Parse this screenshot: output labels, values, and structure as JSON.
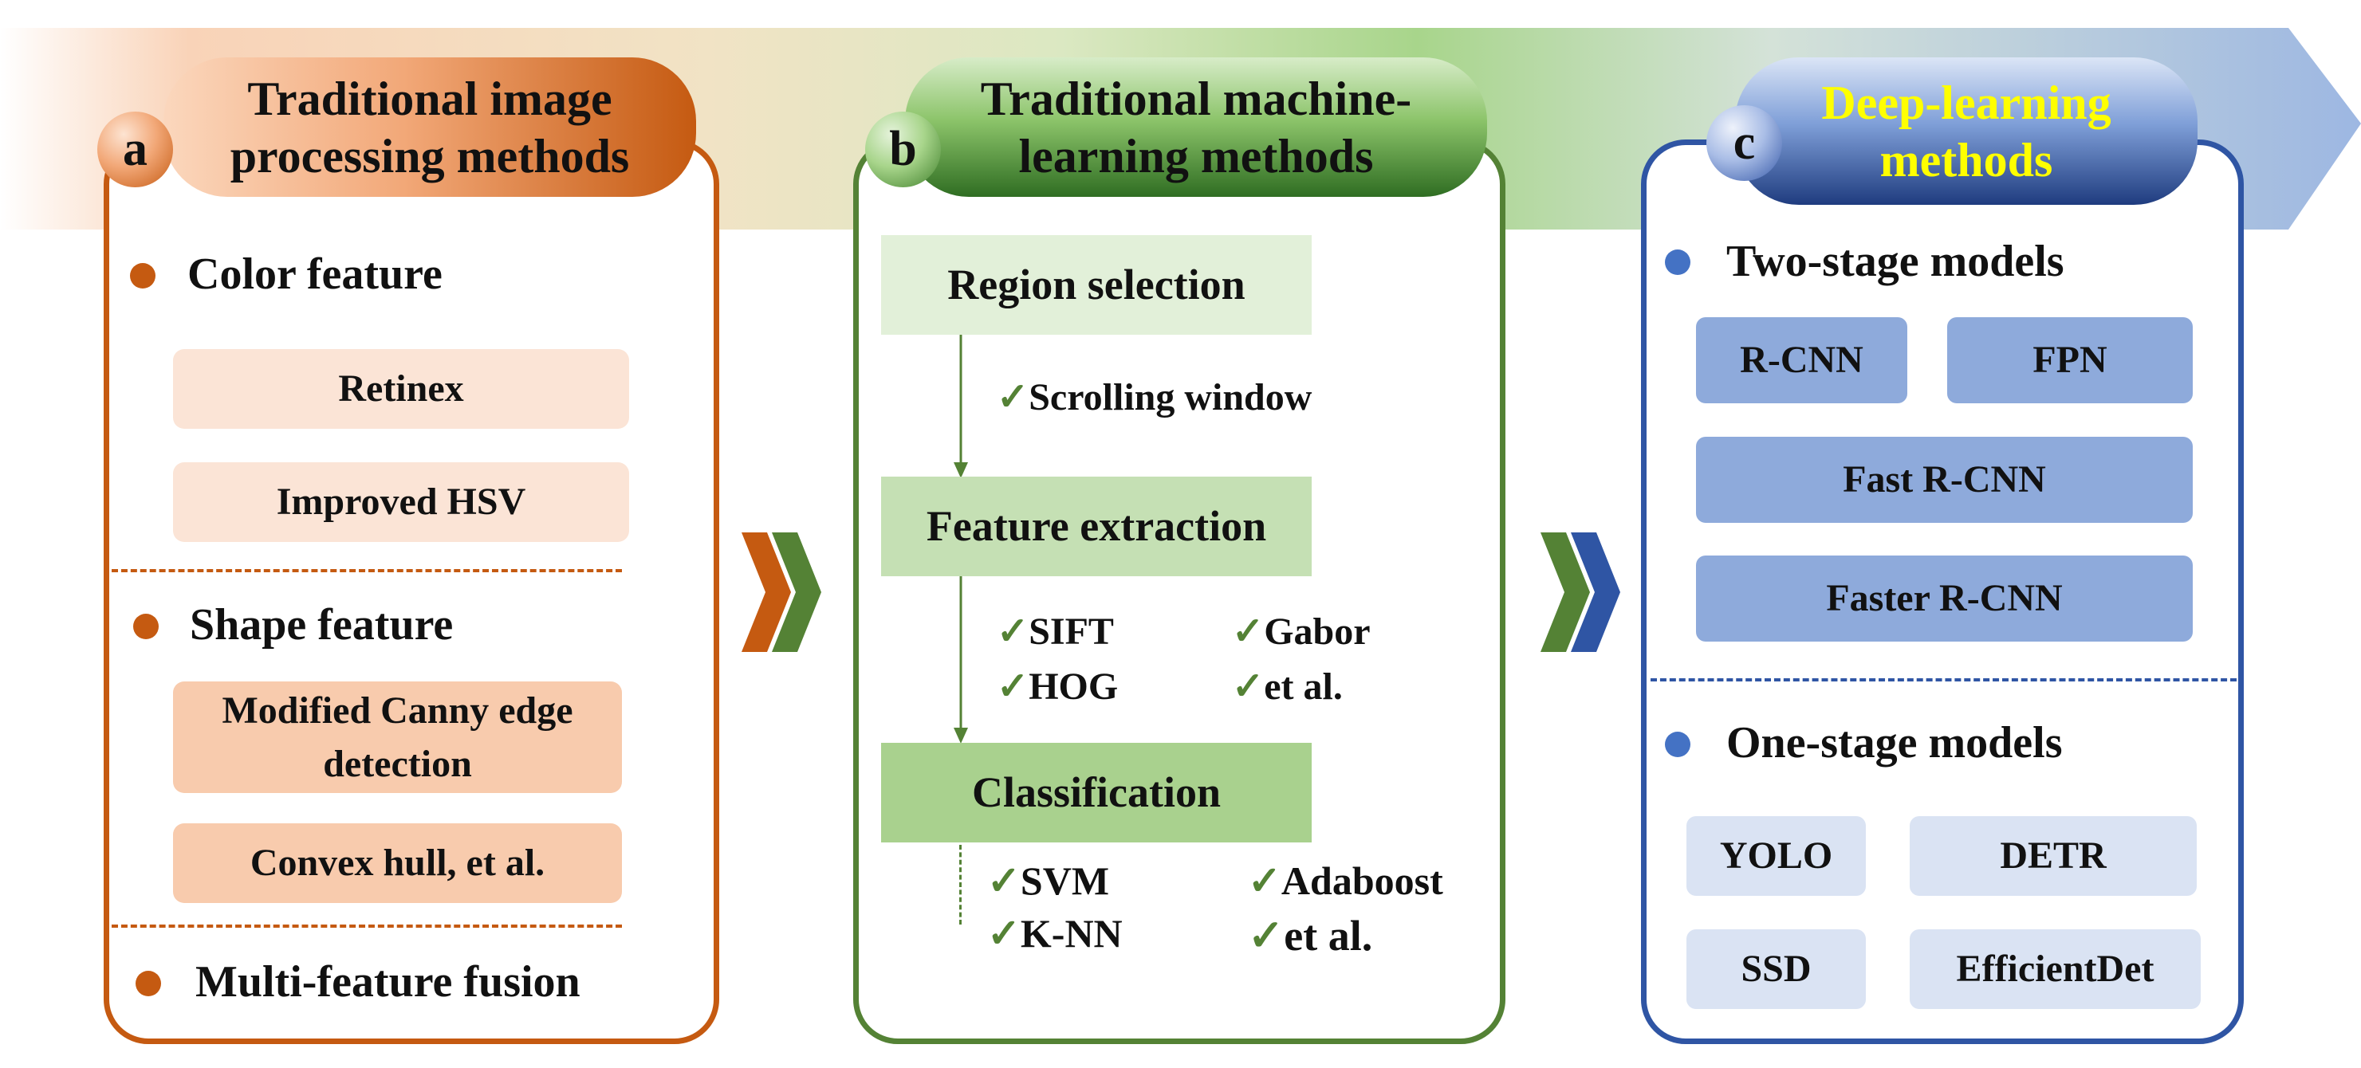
{
  "panel_a": {
    "badge": "a",
    "title": "Traditional image processing methods",
    "color_feature": "Color feature",
    "retinex": "Retinex",
    "improved_hsv": "Improved HSV",
    "shape_feature": "Shape feature",
    "modified_canny": "Modified Canny edge detection",
    "convex_hull": "Convex hull, et al.",
    "multi_feature": "Multi-feature fusion"
  },
  "panel_b": {
    "badge": "b",
    "title": "Traditional machine-learning methods",
    "region_selection": "Region selection",
    "scrolling_window": "Scrolling window",
    "feature_extraction": "Feature extraction",
    "sift": "SIFT",
    "gabor": "Gabor",
    "hog": "HOG",
    "et_al_1": "et al.",
    "classification": "Classification",
    "svm": "SVM",
    "adaboost": "Adaboost",
    "knn": "K-NN",
    "et_al_2": "et al.",
    "check_mark": "✓"
  },
  "panel_c": {
    "badge": "c",
    "title": "Deep-learning methods",
    "two_stage": "Two-stage models",
    "rcnn": "R-CNN",
    "fpn": "FPN",
    "fast_rcnn": "Fast R-CNN",
    "faster_rcnn": "Faster R-CNN",
    "one_stage": "One-stage models",
    "yolo": "YOLO",
    "detr": "DETR",
    "ssd": "SSD",
    "efficientdet": "EfficientDet"
  },
  "colors": {
    "orange": "#c55a11",
    "green": "#548235",
    "blue": "#2f55a4",
    "title_c_text": "#ffff00"
  }
}
